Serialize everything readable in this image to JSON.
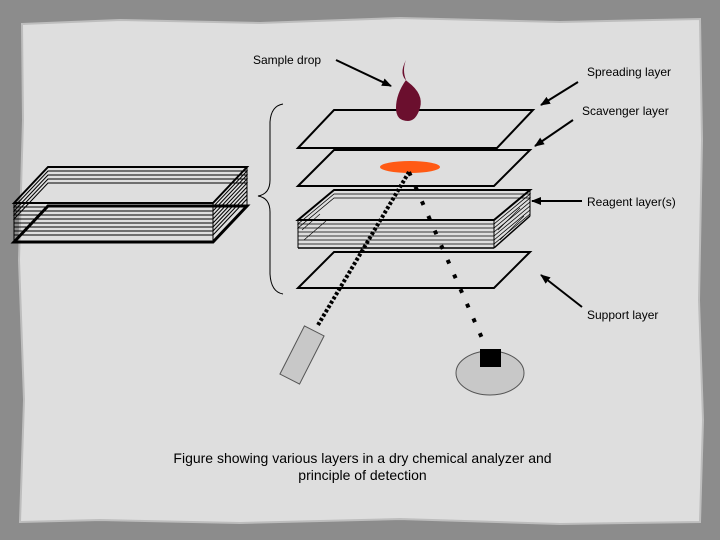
{
  "labels": {
    "sample_drop": "Sample drop",
    "spreading_layer": "Spreading layer",
    "scavenger_layer": "Scavenger layer",
    "reagent_layers": "Reagent layer(s)",
    "support_layer": "Support layer"
  },
  "caption": {
    "line1": "Figure showing various layers in a dry chemical analyzer and",
    "line2": "principle of detection"
  },
  "colors": {
    "frame": "#8c8c8c",
    "paper": "#dedede",
    "sample_drop": "#6b0f2e",
    "reaction_spot": "#ff5a14",
    "detector_light": "#c8c8c8",
    "detector": "#000000"
  }
}
